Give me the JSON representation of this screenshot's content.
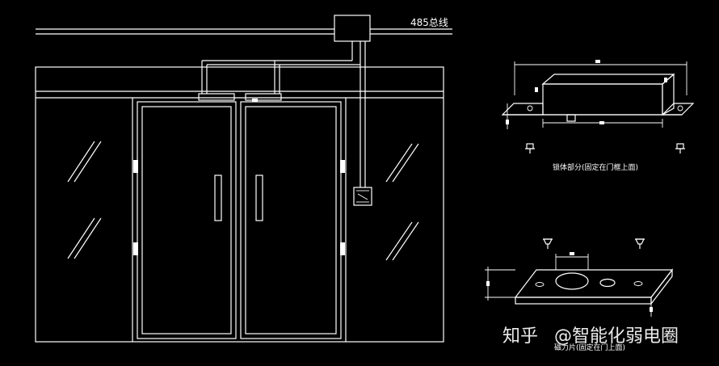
{
  "diagram": {
    "bus_label": "485总线",
    "body_caption": "锁体部分(固定在门框上面)",
    "plate_caption": "磁力片(固定在门上面)",
    "dim_mark": "■"
  },
  "watermark": {
    "platform": "知乎",
    "author": "@智能化弱电圈"
  },
  "colors": {
    "background": "#000000",
    "lines": "#ffffff"
  }
}
